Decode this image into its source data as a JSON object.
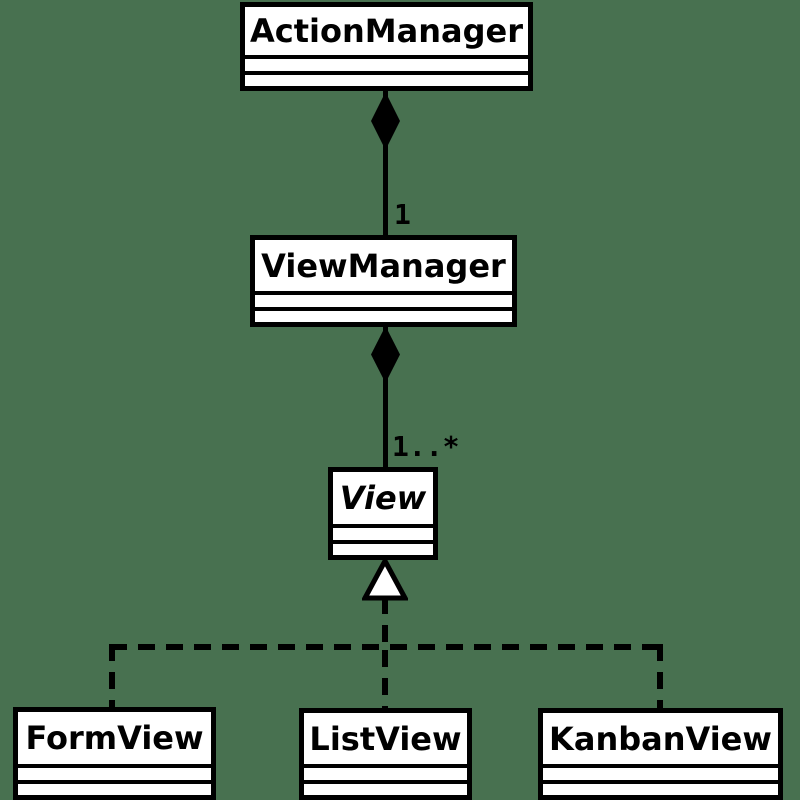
{
  "diagram_type": "uml-class-diagram",
  "colors": {
    "background": "#487150",
    "box_fill": "#ffffff",
    "stroke": "#000000"
  },
  "classes": [
    {
      "name": "ActionManager",
      "abstract": false
    },
    {
      "name": "ViewManager",
      "abstract": false
    },
    {
      "name": "View",
      "abstract": true
    },
    {
      "name": "FormView",
      "abstract": false
    },
    {
      "name": "ListView",
      "abstract": false
    },
    {
      "name": "KanbanView",
      "abstract": false
    }
  ],
  "relationships": [
    {
      "type": "composition",
      "from": "ActionManager",
      "to": "ViewManager",
      "multiplicity": "1"
    },
    {
      "type": "composition",
      "from": "ViewManager",
      "to": "View",
      "multiplicity": "1..*"
    },
    {
      "type": "inheritance",
      "from": "FormView",
      "to": "View"
    },
    {
      "type": "inheritance",
      "from": "ListView",
      "to": "View"
    },
    {
      "type": "inheritance",
      "from": "KanbanView",
      "to": "View"
    }
  ]
}
